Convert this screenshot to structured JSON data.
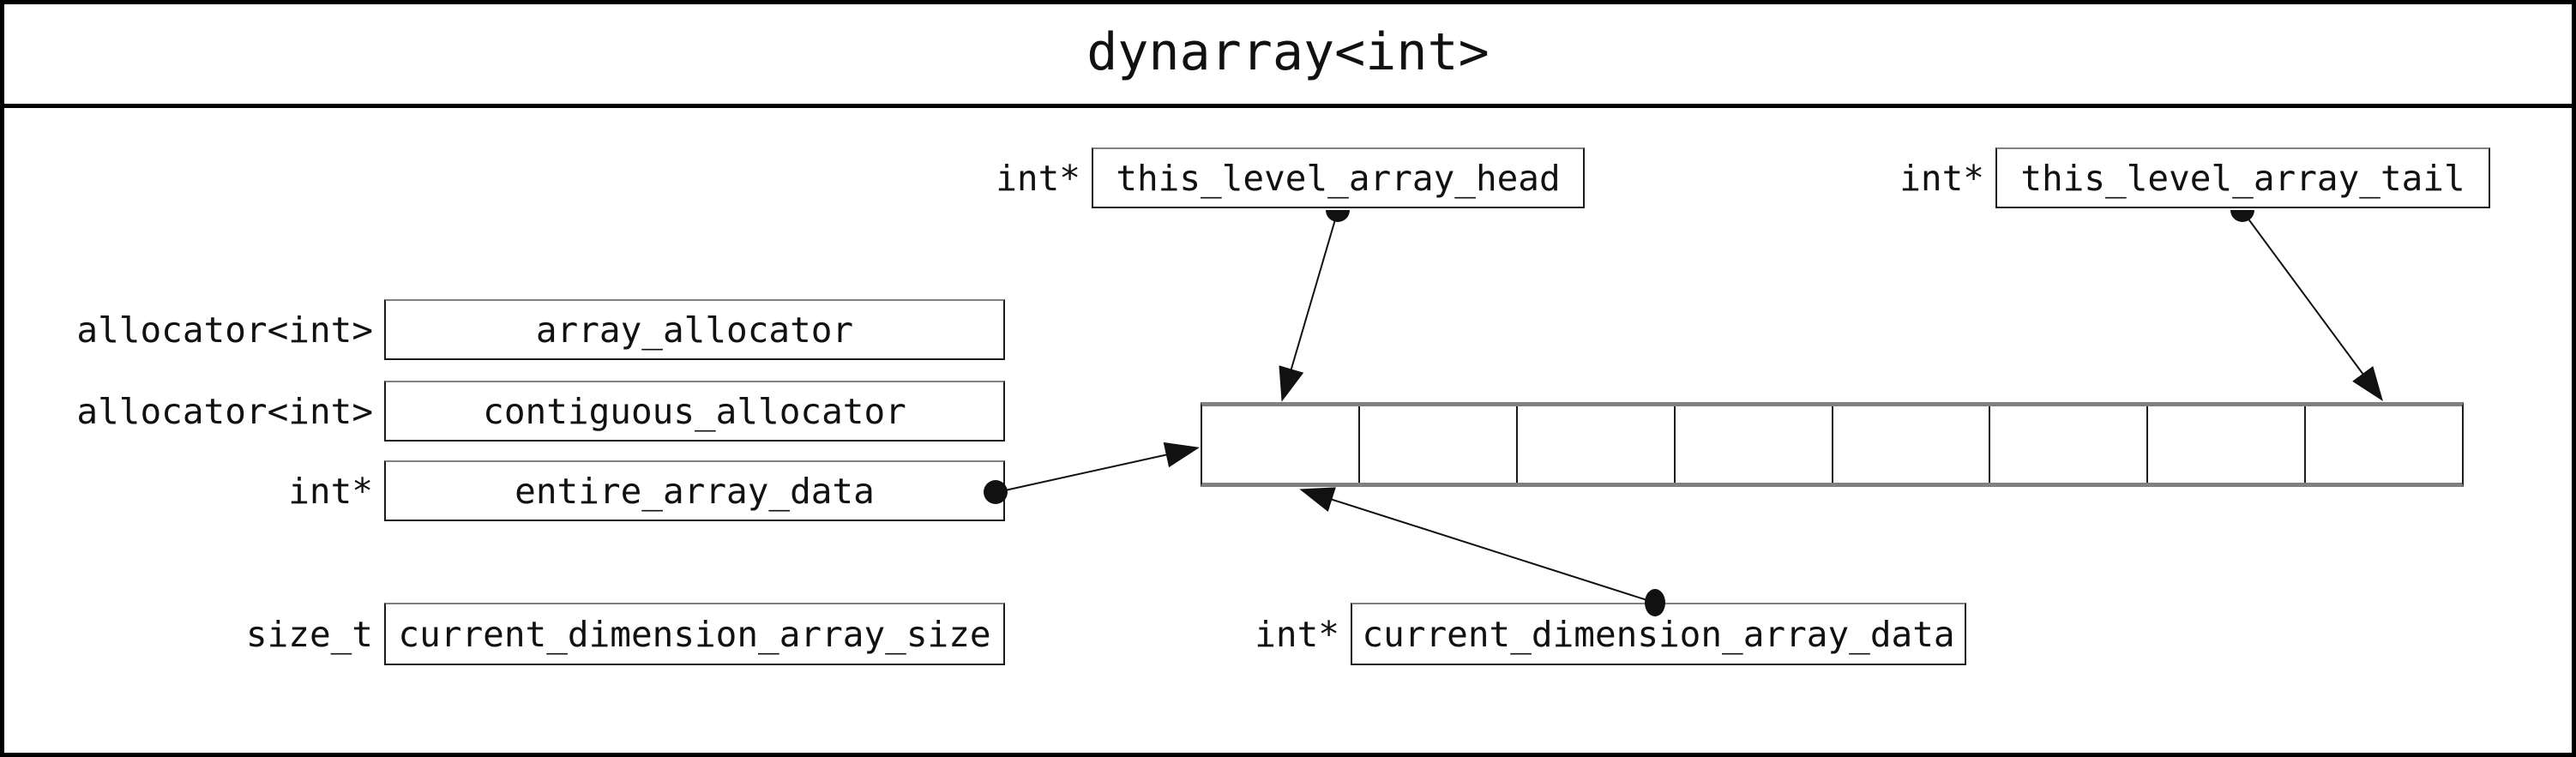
{
  "title": "dynarray<int>",
  "fields": {
    "this_level_array_head": {
      "type": "int*",
      "name": "this_level_array_head"
    },
    "this_level_array_tail": {
      "type": "int*",
      "name": "this_level_array_tail"
    },
    "array_allocator": {
      "type": "allocator<int>",
      "name": "array_allocator"
    },
    "contiguous_allocator": {
      "type": "allocator<int>",
      "name": "contiguous_allocator"
    },
    "entire_array_data": {
      "type": "int*",
      "name": "entire_array_data"
    },
    "current_dimension_array_size": {
      "type": "size_t",
      "name": "current_dimension_array_size"
    },
    "current_dimension_array_data": {
      "type": "int*",
      "name": "current_dimension_array_data"
    }
  },
  "array": {
    "cell_count": 8,
    "cell_values": [
      "",
      "",
      "",
      "",
      "",
      "",
      "",
      ""
    ]
  },
  "arrows": [
    {
      "from": "this_level_array_head",
      "to": "array first cell top edge"
    },
    {
      "from": "this_level_array_tail",
      "to": "array last cell top edge"
    },
    {
      "from": "entire_array_data",
      "to": "array left edge"
    },
    {
      "from": "current_dimension_array_data",
      "to": "array first cell bottom edge"
    }
  ],
  "colors": {
    "background": "#ffffff",
    "frame": "#000000",
    "box_border": "#1a1a1a",
    "array_edge": "#808080",
    "text": "#111111"
  }
}
